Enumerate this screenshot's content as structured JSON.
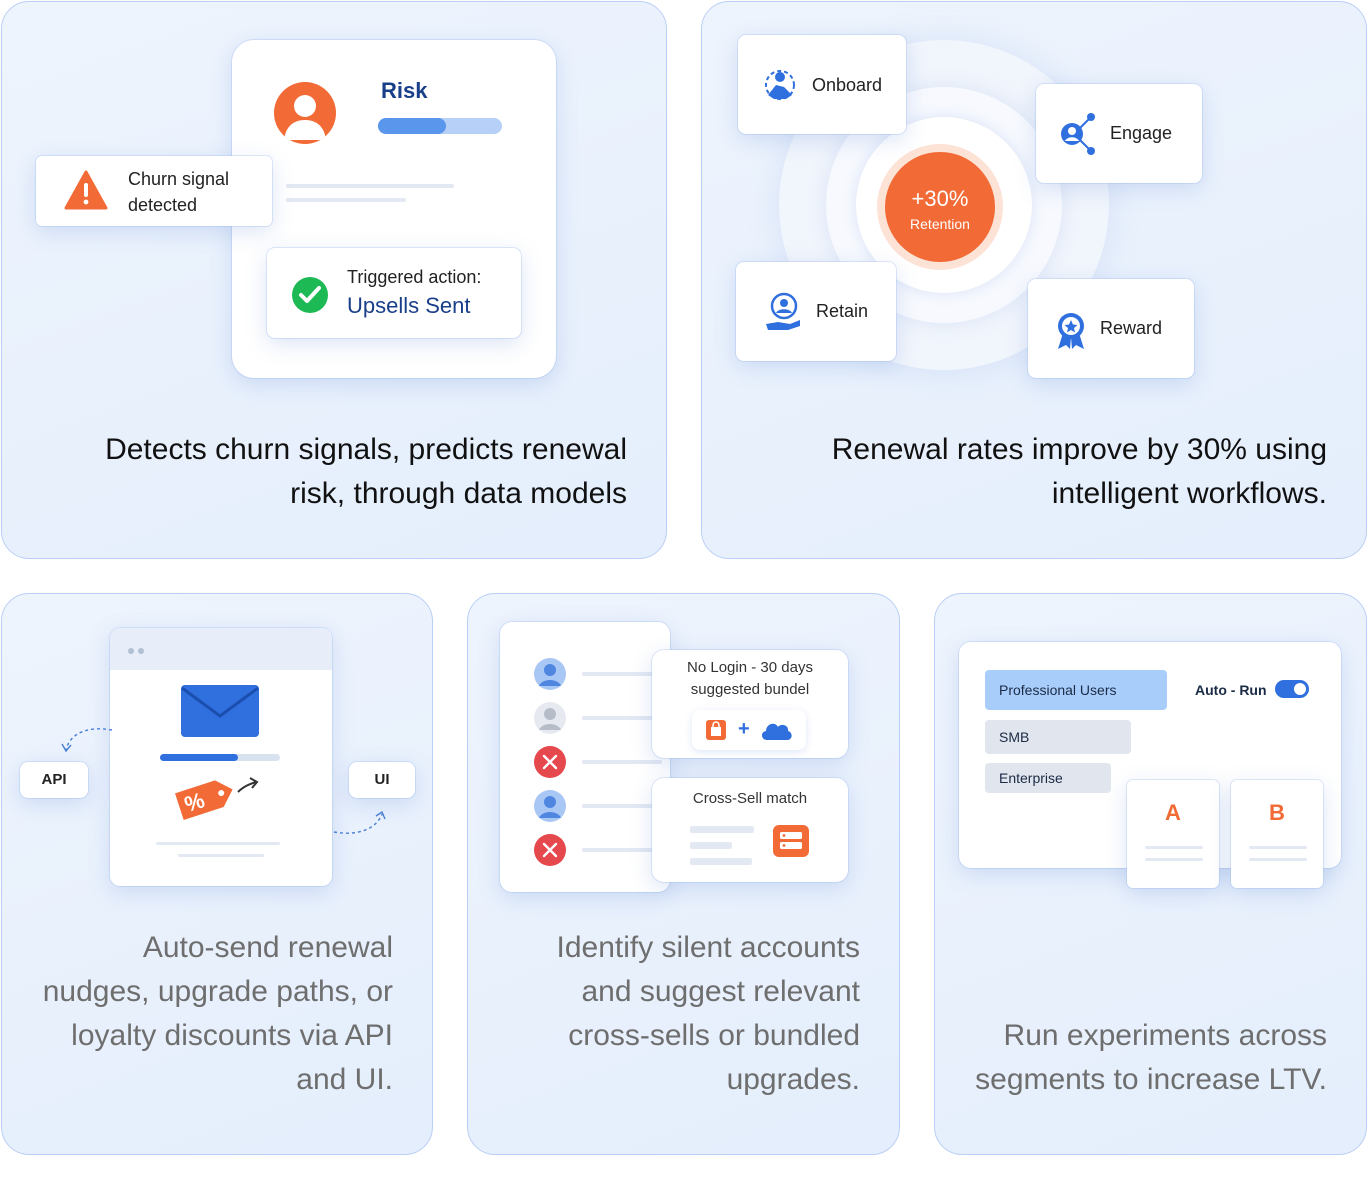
{
  "panel1": {
    "risk_label": "Risk",
    "risk_level": 0.55,
    "churn_line1": "Churn signal",
    "churn_line2": "detected",
    "triggered_label": "Triggered action:",
    "triggered_value": "Upsells Sent",
    "caption_line1": "Detects churn signals, predicts renewal",
    "caption_line2": "risk, through data models"
  },
  "panel2": {
    "center_value": "+30%",
    "center_label": "Retention",
    "steps": {
      "onboard": "Onboard",
      "engage": "Engage",
      "retain": "Retain",
      "reward": "Reward"
    },
    "caption_line1": "Renewal rates improve by 30% using",
    "caption_line2": "intelligent workflows."
  },
  "panel3": {
    "api_label": "API",
    "ui_label": "UI",
    "progress": 0.65,
    "caption_line1": "Auto-send renewal",
    "caption_line2": "nudges, upgrade paths, or",
    "caption_line3": "loyalty discounts via API",
    "caption_line4": "and UI."
  },
  "panel4": {
    "popup1_line1": "No Login - 30 days",
    "popup1_line2": "suggested bundel",
    "plus": "+",
    "popup2_title": "Cross-Sell match",
    "caption_line1": "Identify silent accounts",
    "caption_line2": "and suggest relevant",
    "caption_line3": "cross-sells or bundled",
    "caption_line4": "upgrades."
  },
  "panel5": {
    "segments": [
      "Professional Users",
      "SMB",
      "Enterprise"
    ],
    "auto_run_label": "Auto - Run",
    "auto_run_on": true,
    "variant_a": "A",
    "variant_b": "B",
    "caption_line1": "Run experiments across",
    "caption_line2": "segments to increase LTV."
  },
  "colors": {
    "accent_blue": "#2f6fde",
    "accent_orange": "#f26a35",
    "check_green": "#1db954",
    "error_red": "#e5484d"
  }
}
